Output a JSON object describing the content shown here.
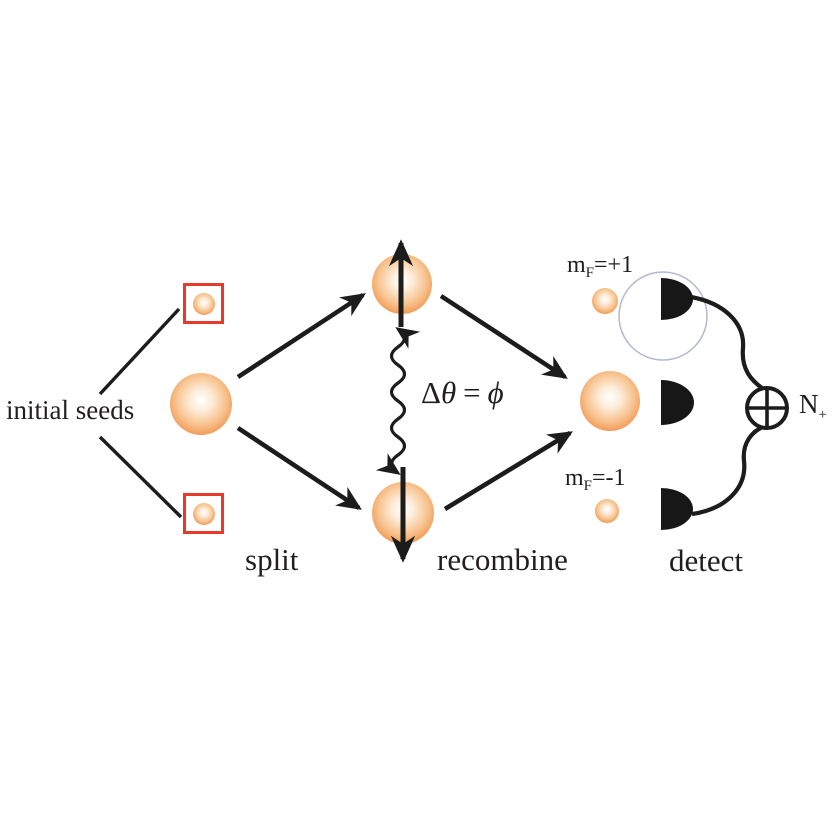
{
  "labels": {
    "initial_seeds": "initial seeds",
    "split": "split",
    "recombine": "recombine",
    "detect": "detect",
    "phase": {
      "delta": "Δ",
      "theta": "θ",
      "equals": "=",
      "phi": "ϕ"
    },
    "mf_plus": {
      "base": "m",
      "sub": "F",
      "value": "=+1"
    },
    "mf_minus": {
      "base": "m",
      "sub": "F",
      "value": "=-1"
    },
    "n_plus": {
      "base": "N",
      "sub": "+"
    }
  },
  "colors": {
    "sphere_orange": "#ee8139",
    "sphere_highlight": "#ffffff",
    "seed_box_red": "#e8392b",
    "ink_black": "#1c1c1c",
    "detector_black": "#171717",
    "selection_circle_gray": "#b4b8d0",
    "background": "#ffffff"
  }
}
